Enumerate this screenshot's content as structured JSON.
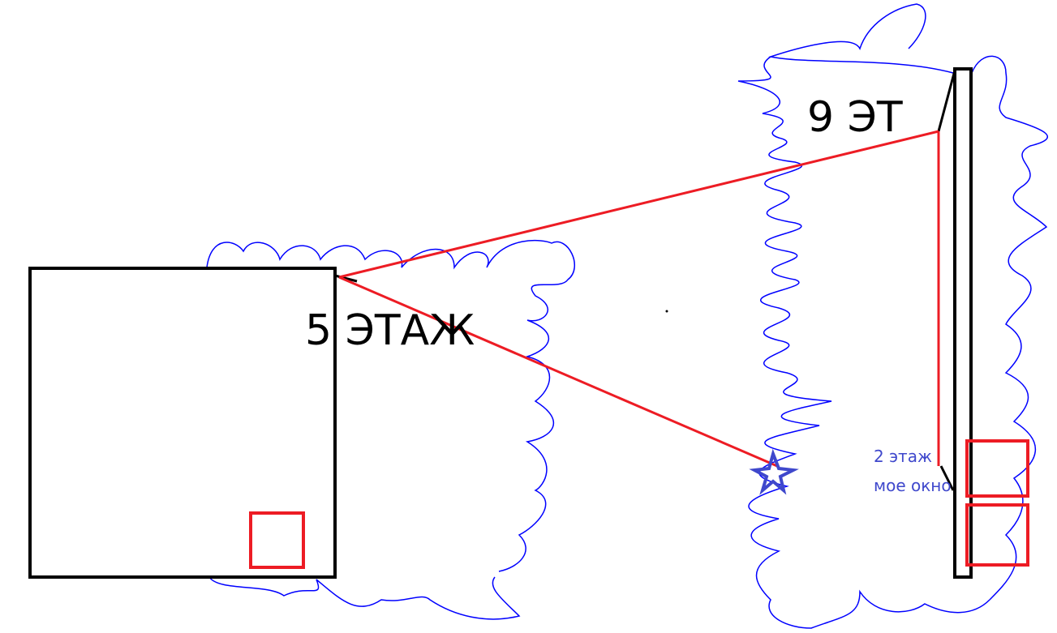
{
  "building_left": {
    "label": "5 ЭТАЖ"
  },
  "building_right": {
    "label": "9 ЭТ"
  },
  "note": {
    "line1": "2 этаж",
    "line2": "мое окно"
  },
  "colors": {
    "outline": "#000000",
    "window": "#ed1c24",
    "sightline": "#ed1c24",
    "trees": "#0000ff",
    "note": "#3f48cc"
  }
}
